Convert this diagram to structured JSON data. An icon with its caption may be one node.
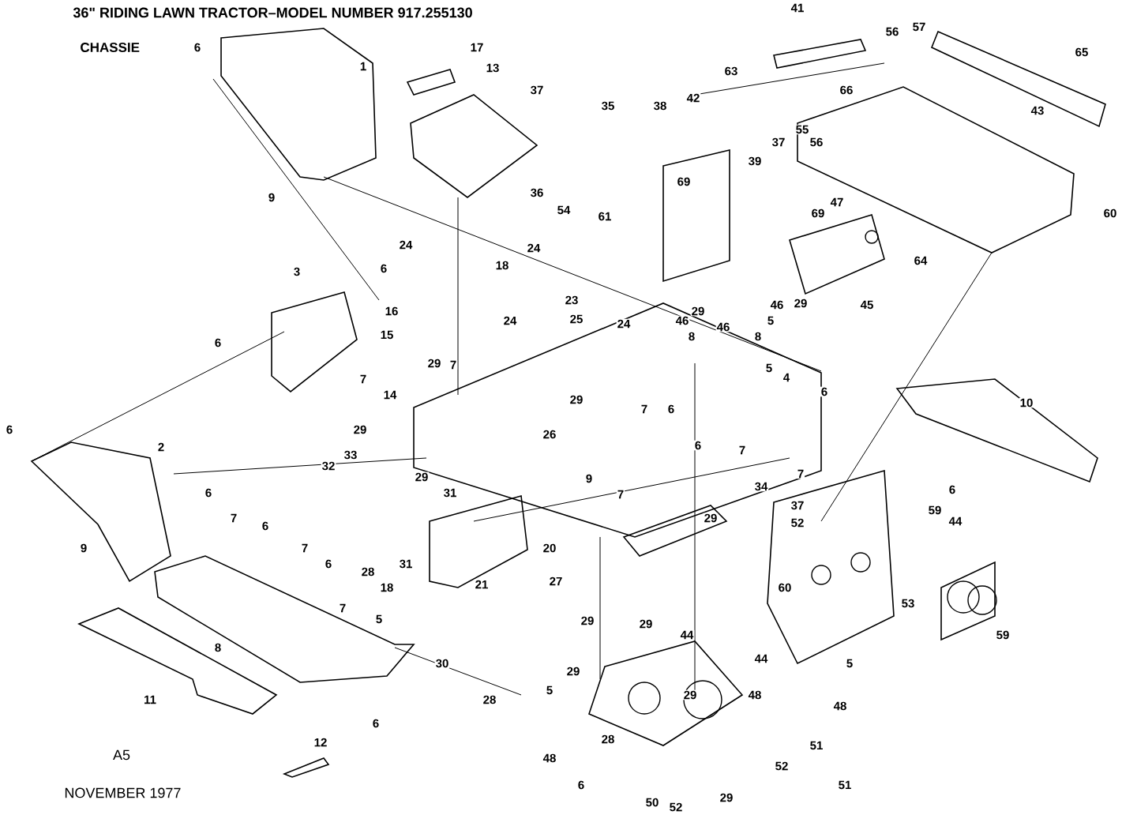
{
  "diagram": {
    "title": "36\" RIDING LAWN TRACTOR–MODEL NUMBER 917.255130",
    "labels": [
      "CHASSIE",
      "41",
      "57",
      "56",
      "6",
      "17",
      "65",
      "1",
      "13",
      "63",
      "37",
      "66",
      "42",
      "35",
      "38",
      "43",
      "55",
      "37",
      "56",
      "39",
      "69",
      "36",
      "9",
      "47",
      "54",
      "69",
      "60",
      "61",
      "24",
      "24",
      "64",
      "18",
      "6",
      "3",
      "23",
      "46",
      "29",
      "45",
      "16",
      "29",
      "25",
      "5",
      "24",
      "46",
      "24",
      "46",
      "15",
      "8",
      "8",
      "6",
      "29",
      "7",
      "5",
      "4",
      "7",
      "6",
      "14",
      "29",
      "10",
      "7",
      "6",
      "6",
      "29",
      "26",
      "6",
      "2",
      "7",
      "33",
      "32",
      "7",
      "29",
      "9",
      "34",
      "6",
      "31",
      "6",
      "7",
      "37",
      "59",
      "7",
      "29",
      "52",
      "44",
      "6",
      "7",
      "9",
      "20",
      "31",
      "6",
      "28",
      "27",
      "21",
      "18",
      "60",
      "53",
      "7",
      "5",
      "29",
      "29",
      "44",
      "59",
      "8",
      "44",
      "30",
      "5",
      "29",
      "48",
      "29",
      "5",
      "11",
      "28",
      "48",
      "6",
      "12",
      "28",
      "51",
      "48",
      "52",
      "51",
      "6",
      "29",
      "50",
      "52",
      "A5",
      "NOVEMBER 1977"
    ]
  }
}
